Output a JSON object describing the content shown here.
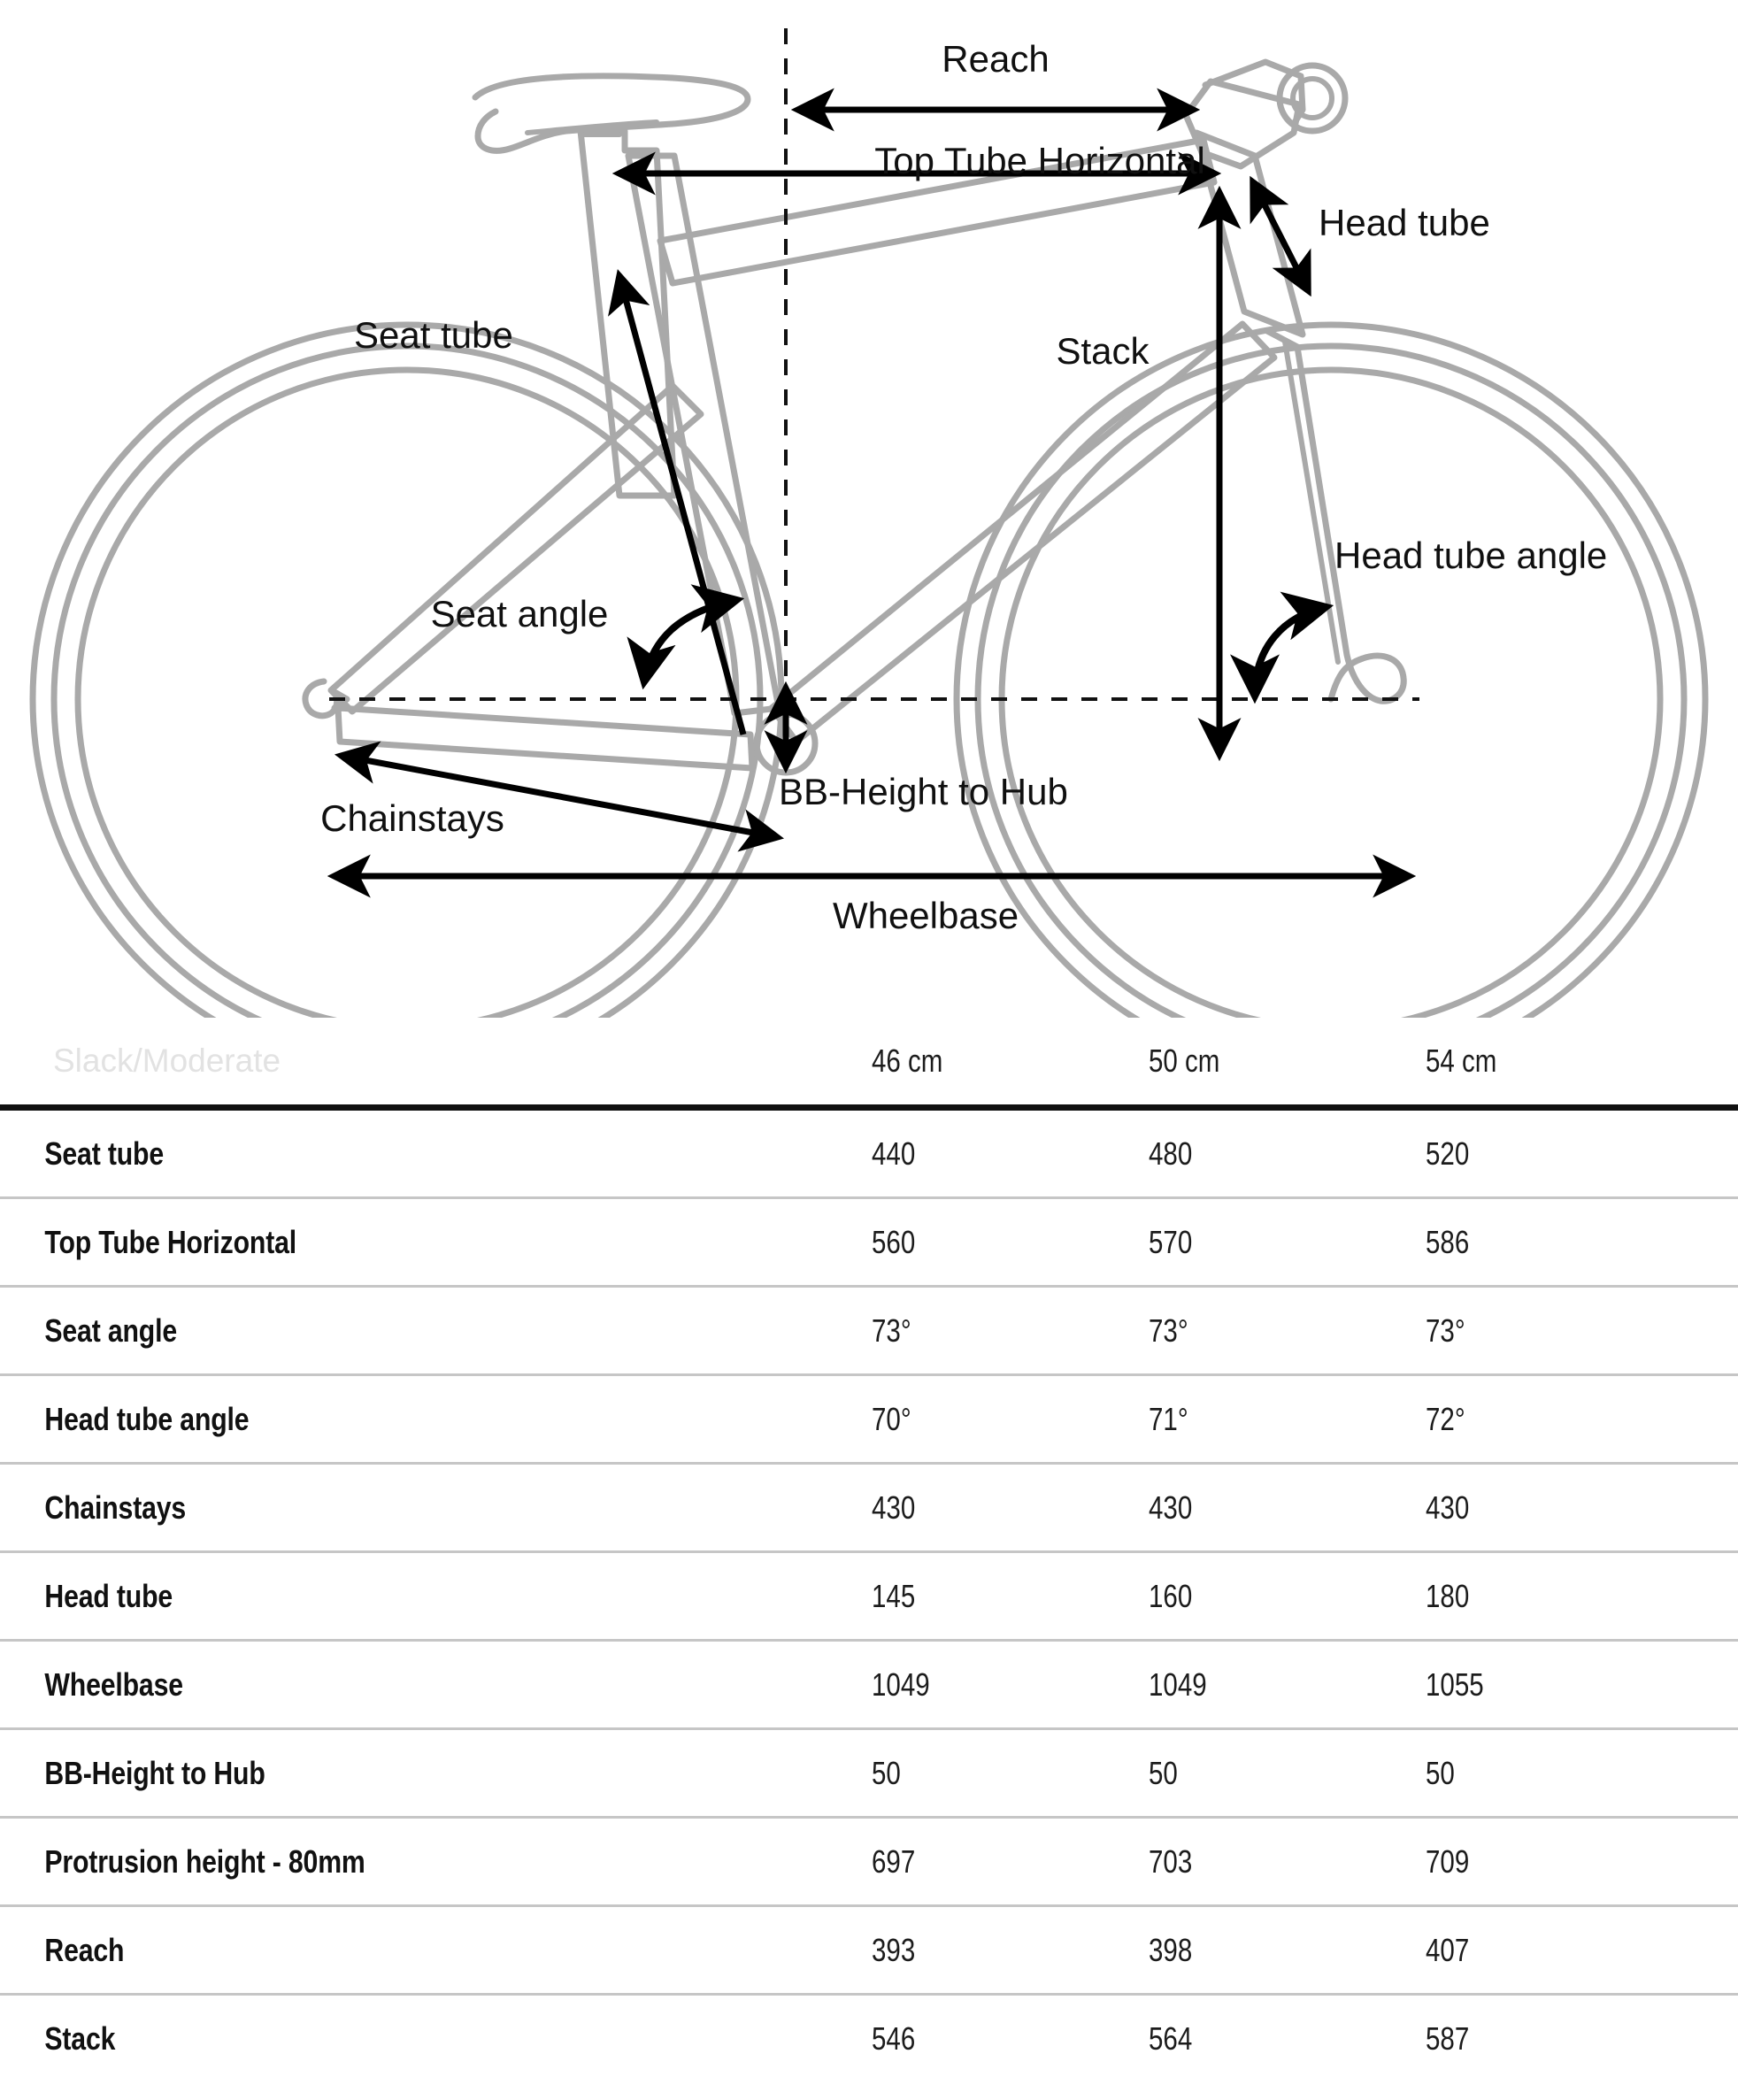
{
  "diagram": {
    "labels": {
      "reach": "Reach",
      "top_tube_horizontal": "Top Tube Horizontal",
      "head_tube": "Head tube",
      "head_tube_angle": "Head tube angle",
      "stack": "Stack",
      "seat_tube": "Seat tube",
      "seat_angle": "Seat angle",
      "bb_height_to_hub": "BB-Height to Hub",
      "chainstays": "Chainstays",
      "wheelbase": "Wheelbase"
    },
    "colors": {
      "frame": "#a9a9a9",
      "dimension": "#000000",
      "background": "#ffffff"
    }
  },
  "table": {
    "title": "Slack/Moderate",
    "columns": [
      "46 cm",
      "50 cm",
      "54 cm"
    ],
    "rows": [
      {
        "label": "Seat tube",
        "values": [
          "440",
          "480",
          "520"
        ]
      },
      {
        "label": "Top Tube Horizontal",
        "values": [
          "560",
          "570",
          "586"
        ]
      },
      {
        "label": "Seat angle",
        "values": [
          "73°",
          "73°",
          "73°"
        ]
      },
      {
        "label": "Head tube angle",
        "values": [
          "70°",
          "71°",
          "72°"
        ]
      },
      {
        "label": "Chainstays",
        "values": [
          "430",
          "430",
          "430"
        ]
      },
      {
        "label": "Head tube",
        "values": [
          "145",
          "160",
          "180"
        ]
      },
      {
        "label": "Wheelbase",
        "values": [
          "1049",
          "1049",
          "1055"
        ]
      },
      {
        "label": "BB-Height to Hub",
        "values": [
          "50",
          "50",
          "50"
        ]
      },
      {
        "label": "Protrusion height - 80mm",
        "values": [
          "697",
          "703",
          "709"
        ]
      },
      {
        "label": "Reach",
        "values": [
          "393",
          "398",
          "407"
        ]
      },
      {
        "label": "Stack",
        "values": [
          "546",
          "564",
          "587"
        ]
      }
    ]
  }
}
